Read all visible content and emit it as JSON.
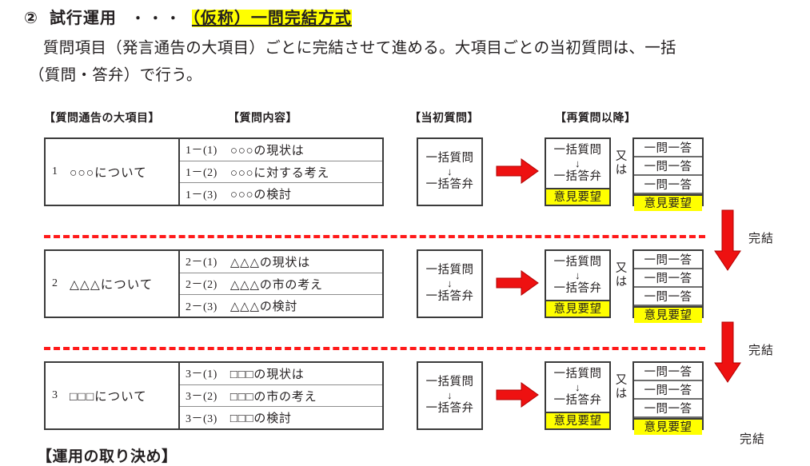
{
  "heading": {
    "number": "②",
    "title": "試行運用",
    "dots": "・・・",
    "highlighted": "（仮称）一問完結方式"
  },
  "paragraph": {
    "line1": "質問項目（発言通告の大項目）ごとに完結させて進める。大項目ごとの当初質問は、一括",
    "line2": "（質問・答弁）で行う。"
  },
  "column_headers": {
    "major": "【質問通告の大項目】",
    "content": "【質問内容】",
    "initial": "【当初質問】",
    "requestion": "【再質問以降】"
  },
  "labels": {
    "bundled_question": "一括質問",
    "down_arrow": "↓",
    "bundled_answer": "一括答弁",
    "opinion_request": "意見要望",
    "or": "又は",
    "one_q_one_a": "一問一答",
    "completion": "完結"
  },
  "rows": [
    {
      "number": "1",
      "major": "○○○について",
      "subs": [
        {
          "code": "1－(1)",
          "text": "○○○の現状は"
        },
        {
          "code": "1－(2)",
          "text": "○○○に対する考え"
        },
        {
          "code": "1－(3)",
          "text": "○○○の検討"
        }
      ]
    },
    {
      "number": "2",
      "major": "△△△について",
      "subs": [
        {
          "code": "2－(1)",
          "text": "△△△の現状は"
        },
        {
          "code": "2－(2)",
          "text": "△△△の市の考え"
        },
        {
          "code": "2－(3)",
          "text": "△△△の検討"
        }
      ]
    },
    {
      "number": "3",
      "major": "□□□について",
      "subs": [
        {
          "code": "3－(1)",
          "text": "□□□の現状は"
        },
        {
          "code": "3－(2)",
          "text": "□□□の市の考え"
        },
        {
          "code": "3－(3)",
          "text": "□□□の検討"
        }
      ]
    }
  ],
  "bottom_heading": "【運用の取り決め】",
  "colors": {
    "highlight": "#ffff00",
    "red_arrow": "#ee1111",
    "red_dashed": "#ff1a1a",
    "border": "#3b3b3b"
  }
}
